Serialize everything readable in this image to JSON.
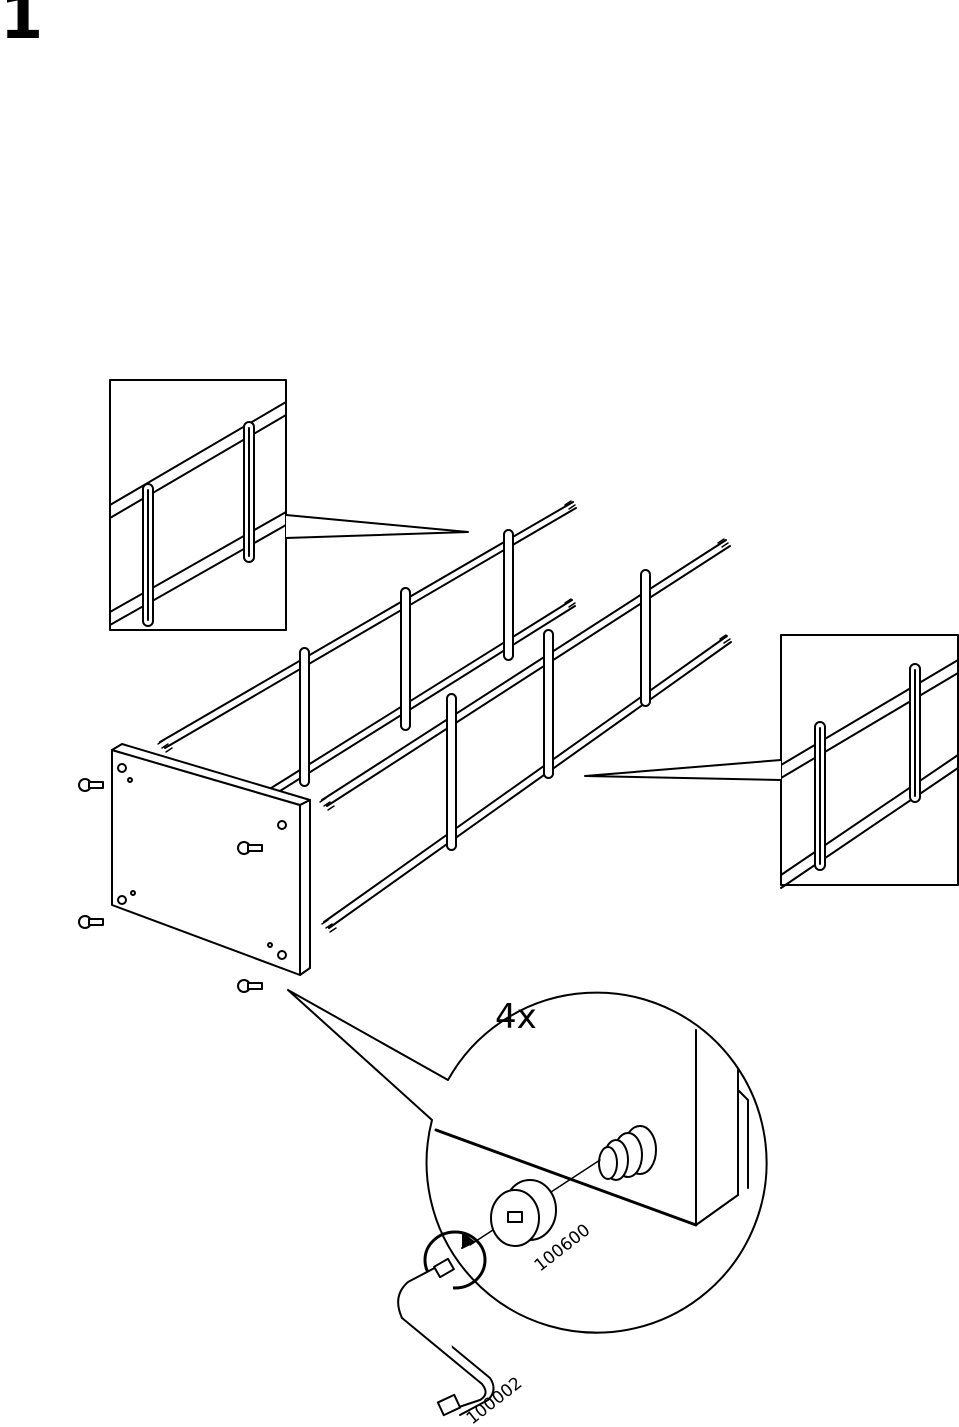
{
  "step": {
    "number": "1"
  },
  "callout": {
    "quantity": "4x"
  },
  "parts": {
    "screw_code": "100600",
    "allen_key_code": "100002"
  }
}
